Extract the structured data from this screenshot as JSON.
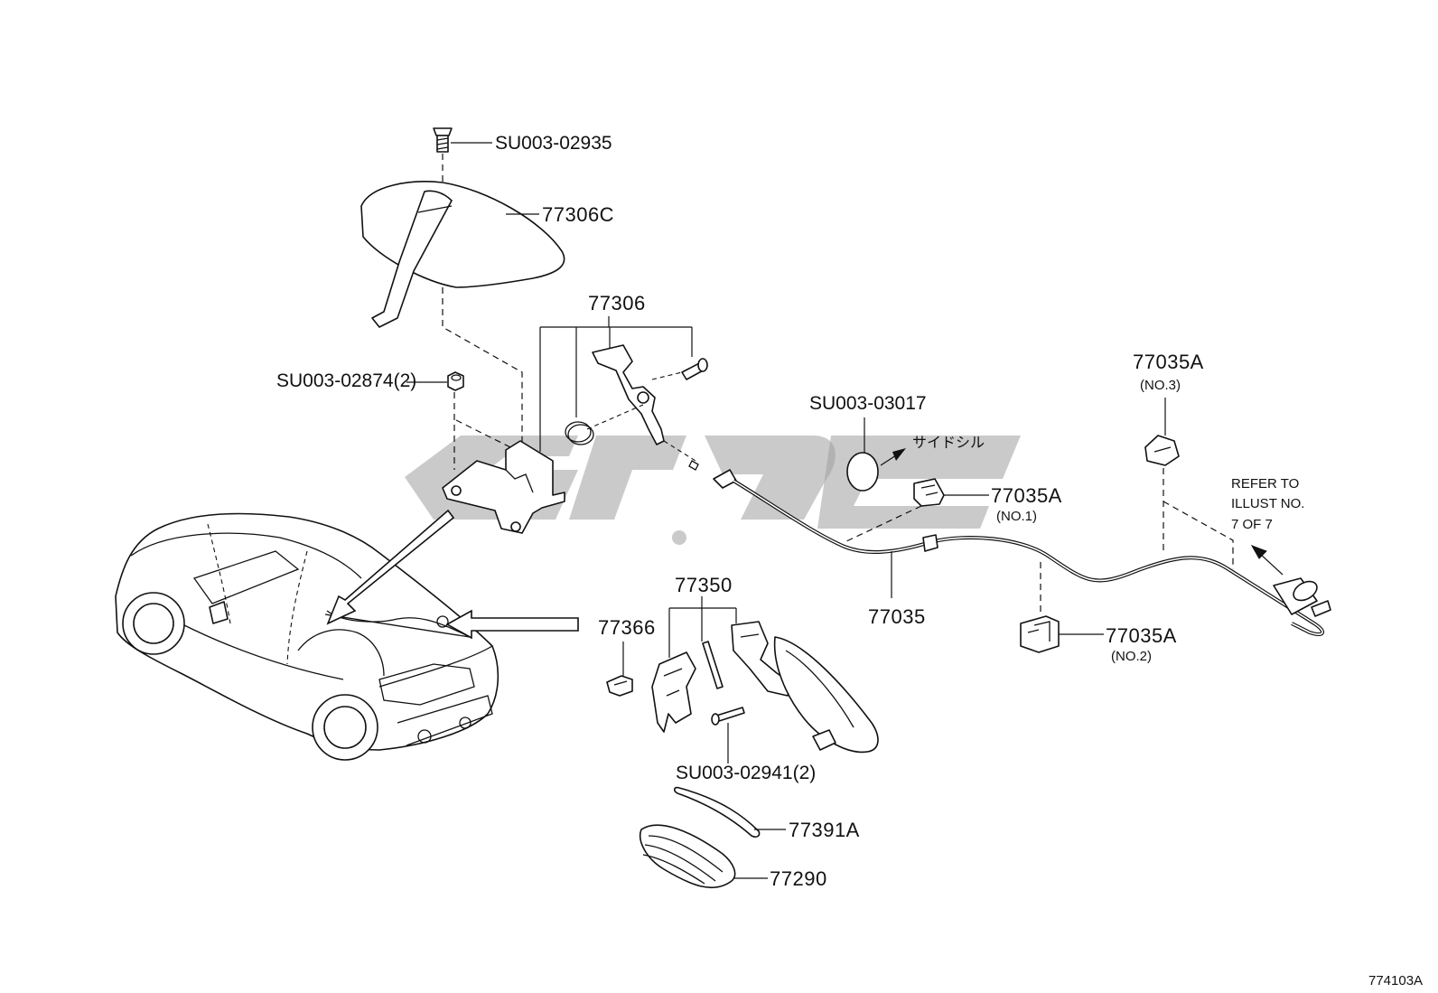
{
  "labels": {
    "screw_top": "SU003-02935",
    "cover": "77306C",
    "lever_assy": "77306",
    "nut": "SU003-02874(2)",
    "plug": "SU003-03017",
    "side_sill_jp": "サイドシル",
    "clamp_no3": "77035A",
    "clamp_no3_note": "(NO.3)",
    "clamp_no1": "77035A",
    "clamp_no1_note": "(NO.1)",
    "cable": "77035",
    "clamp_no2": "77035A",
    "clamp_no2_note": "(NO.2)",
    "refer_line1": "REFER TO",
    "refer_line2": "ILLUST NO.",
    "refer_line3": "7 OF 7",
    "hinge_assy": "77350",
    "spring_clip": "77366",
    "rivet": "SU003-02941(2)",
    "seal": "77391A",
    "door_panel": "77290",
    "figure_id": "774103A"
  },
  "colors": {
    "line": "#111111",
    "watermark": "#9e9e9e",
    "background": "#ffffff"
  },
  "icons": {
    "watermark": "brand-logo-watermark"
  }
}
